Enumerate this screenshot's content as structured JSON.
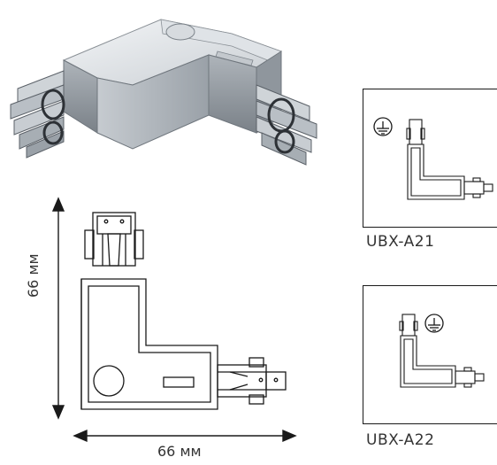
{
  "dimensions": {
    "vertical": "66 мм",
    "horizontal": "66 мм"
  },
  "variants": [
    {
      "code": "UBX-A21",
      "ground_position": "left",
      "icon": "ground-icon"
    },
    {
      "code": "UBX-A22",
      "ground_position": "right",
      "icon": "ground-icon"
    }
  ],
  "colors": {
    "metal_light": "#e8ebee",
    "metal_mid": "#b4bac0",
    "metal_dark": "#6f767d",
    "line": "#1a1a1a"
  }
}
